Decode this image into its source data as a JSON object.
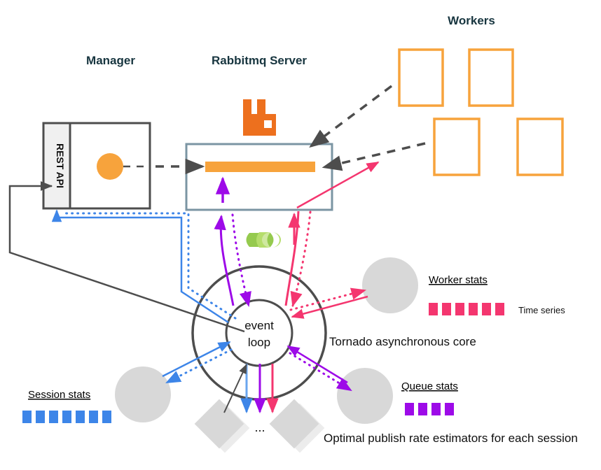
{
  "diagram": {
    "title_manager": "Manager",
    "title_rabbitmq": "Rabbitmq Server",
    "title_workers": "Workers",
    "rest_api_label": "REST API",
    "event_loop_line1": "event",
    "event_loop_line2": "loop",
    "core_label": "Tornado asynchronous core",
    "session_stats_label": "Session stats",
    "worker_stats_label": "Worker stats",
    "queue_stats_label": "Queue stats",
    "time_series_label": "Time series",
    "estimators_label": "Optimal publish rate estimators for each session",
    "ellipsis": "...",
    "icons": {
      "rabbitmq_logo": "rabbitmq-logo-icon",
      "celery_logo": "celery-logo-icon"
    },
    "colors": {
      "heading": "#17353f",
      "orange": "#f7a33c",
      "orange_bright": "#ed701e",
      "blue": "#3d85e8",
      "pink": "#f4366f",
      "purple": "#9d0ae8",
      "grey_dark": "#4d4d4d",
      "grey_shape": "#d8d8d8",
      "rabbit_border": "#7b95a3",
      "celery_green": "#a4cc4a"
    },
    "stats": {
      "session_squares": 7,
      "worker_squares": 6,
      "queue_squares": 4
    },
    "workers_count": 4
  }
}
